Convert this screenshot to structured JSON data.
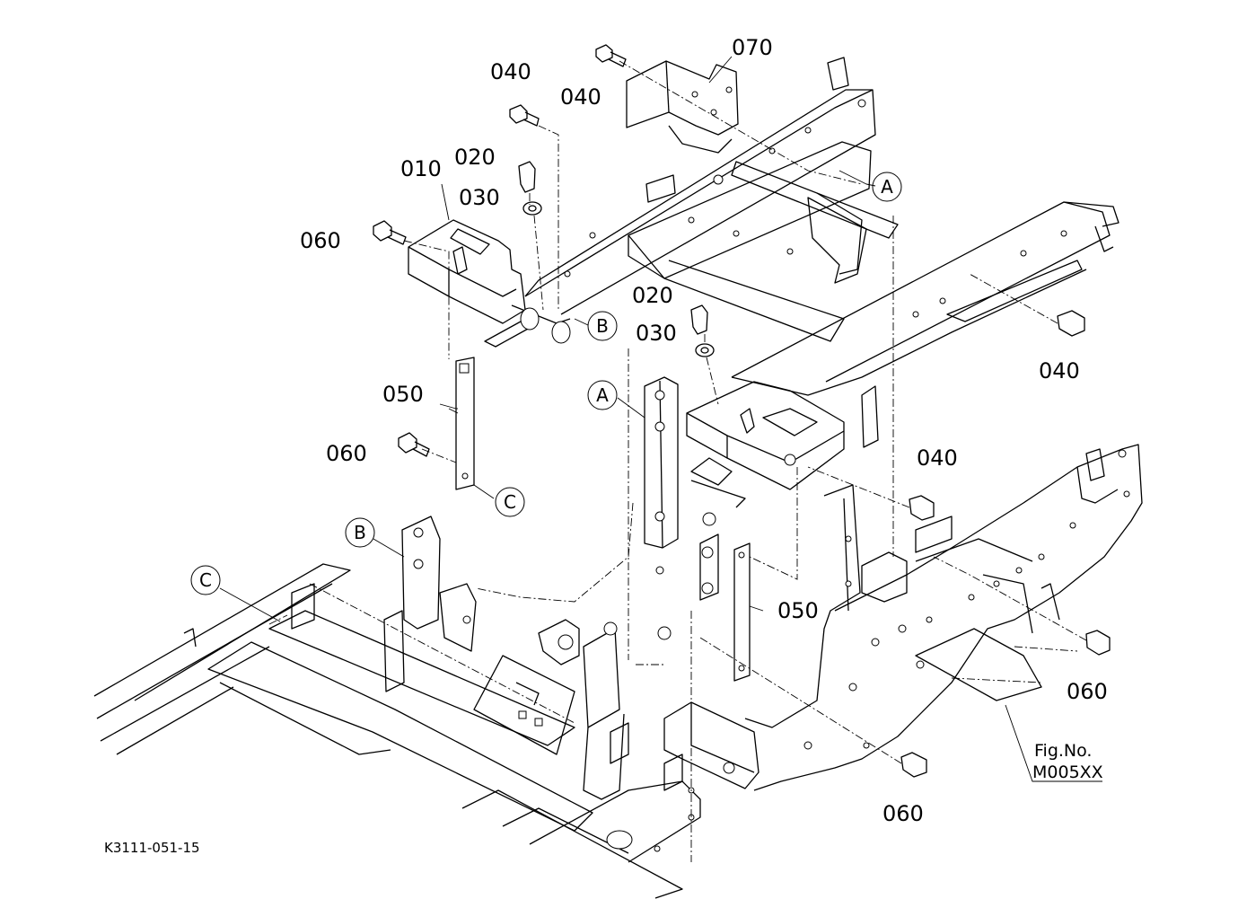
{
  "callouts": {
    "c040_top": "040",
    "c040_top2": "040",
    "c070": "070",
    "c020_left": "020",
    "c030_left": "030",
    "c010": "010",
    "c060_left_top": "060",
    "c020_mid": "020",
    "c030_mid": "030",
    "c050_left": "050",
    "c060_left_mid": "060",
    "c040_right": "040",
    "c040_mid": "040",
    "c050_mid": "050",
    "c060_right": "060",
    "c060_bottom": "060"
  },
  "refs": {
    "a_top": "A",
    "b_top": "B",
    "a_mid": "A",
    "c_mid": "C",
    "b_low": "B",
    "c_low": "C"
  },
  "figure": {
    "fig_label": "Fig.No.",
    "fig_number": "M005XX",
    "drawing_code": "K3111-051-15"
  }
}
